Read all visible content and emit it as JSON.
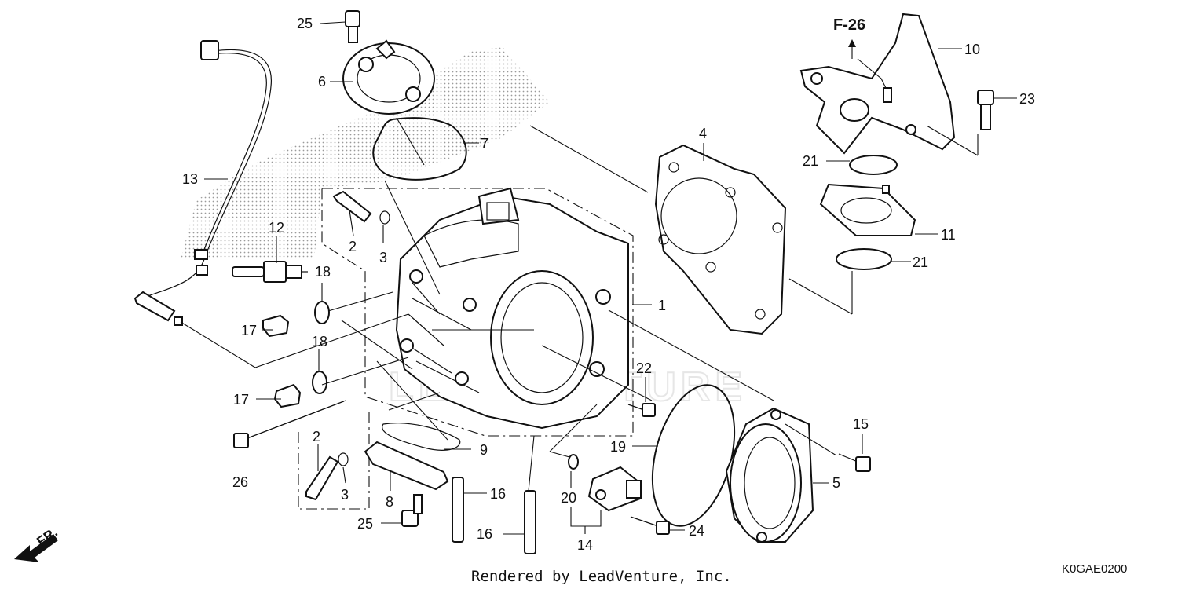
{
  "diagram": {
    "reference": "F-26",
    "watermark": "LEADVENTURE",
    "credit": "Rendered by LeadVenture, Inc.",
    "diagram_code": "K0GAE0200",
    "direction_label": "FR.",
    "callouts": [
      "1",
      "2",
      "2",
      "3",
      "3",
      "4",
      "5",
      "6",
      "7",
      "8",
      "9",
      "10",
      "11",
      "12",
      "13",
      "14",
      "15",
      "16",
      "16",
      "17",
      "17",
      "18",
      "18",
      "19",
      "20",
      "21",
      "21",
      "22",
      "23",
      "24",
      "25",
      "25",
      "26"
    ]
  }
}
